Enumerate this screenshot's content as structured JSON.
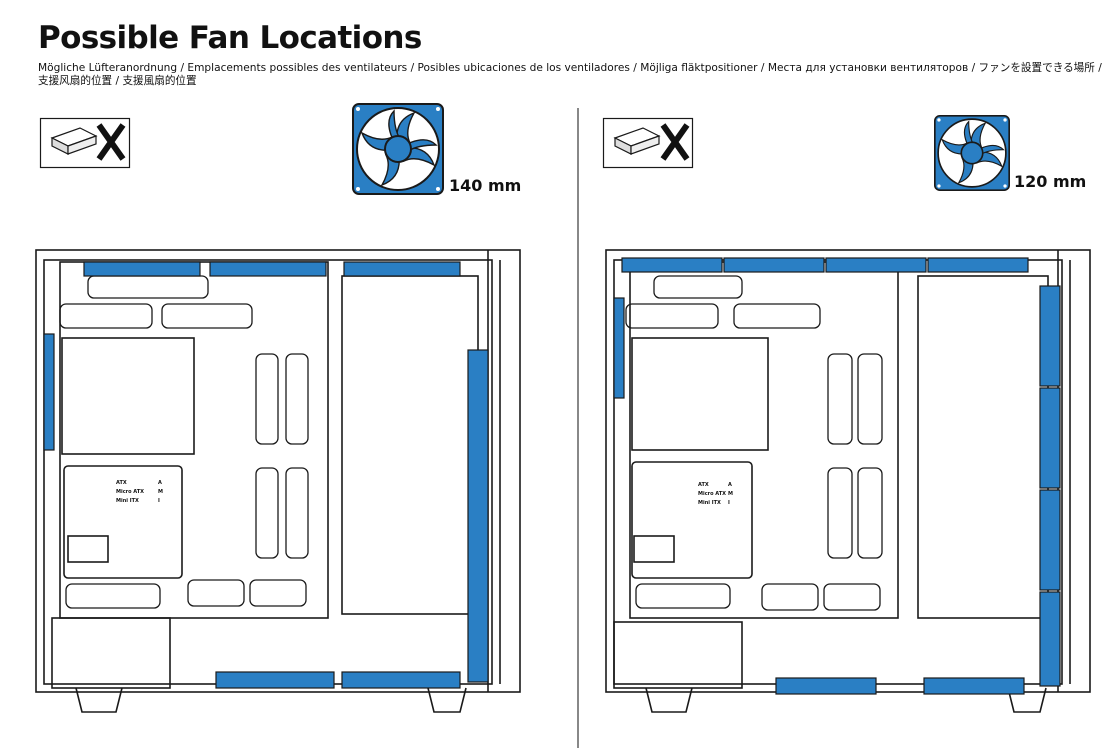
{
  "title": "Possible Fan Locations",
  "subtitle": "Mögliche Lüfteranordnung / Emplacements possibles des ventilateurs / Posibles ubicaciones de los ventiladores / Möjliga fläktpositioner / Места для установки вентиляторов / ファンを設置できる場所 / 支援风扇的位置 / 支援風扇的位置",
  "colors": {
    "fan_blue": "#2a7fc4",
    "line": "#1a1a1a",
    "divider": "#888888"
  },
  "panels": [
    {
      "fan_size_label": "140 mm",
      "icons": [
        "drive-cage-icon",
        "not-allowed-x-icon",
        "fan-icon"
      ],
      "mb_labels": {
        "atx": "ATX",
        "matx": "Micro ATX",
        "itx": "Mini ITX",
        "a": "A",
        "m": "M",
        "i": "I"
      }
    },
    {
      "fan_size_label": "120 mm",
      "icons": [
        "drive-cage-icon",
        "not-allowed-x-icon",
        "fan-icon"
      ],
      "mb_labels": {
        "atx": "ATX",
        "matx": "Micro ATX",
        "itx": "Mini ITX",
        "a": "A",
        "m": "M",
        "i": "I"
      }
    }
  ]
}
